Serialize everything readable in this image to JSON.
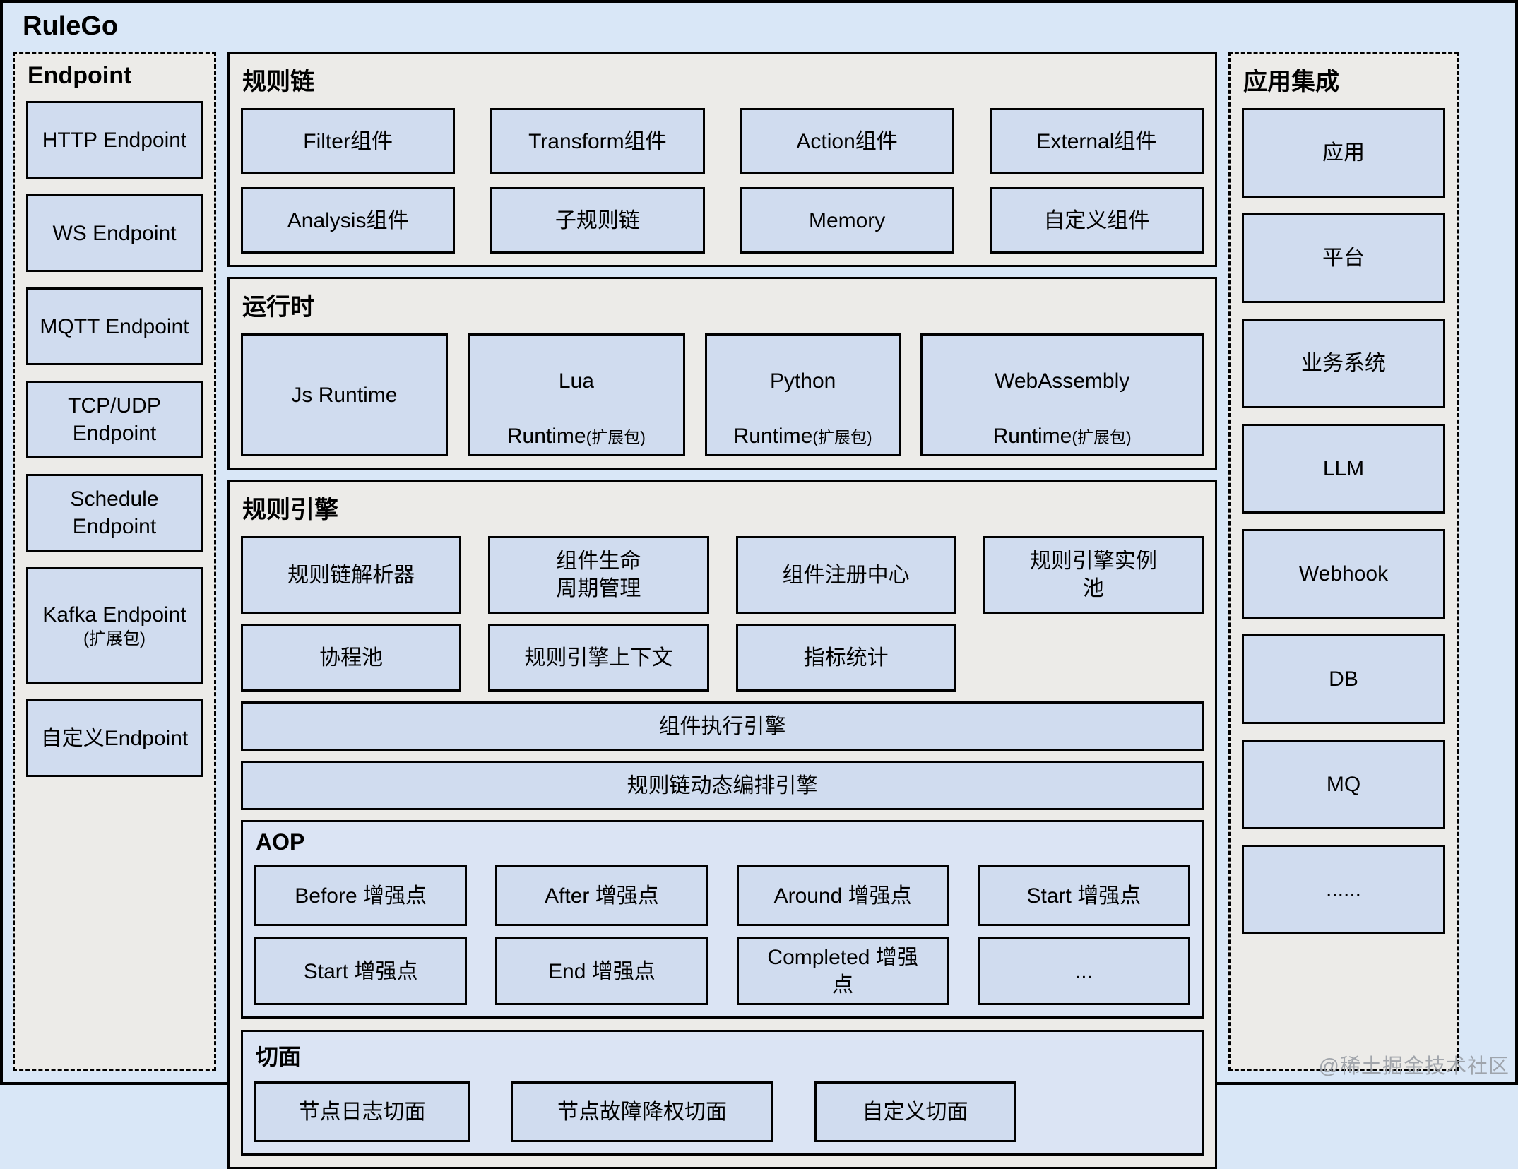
{
  "title": "RuleGo",
  "watermark": "@稀土掘金技术社区",
  "endpoint": {
    "title": "Endpoint",
    "items": [
      "HTTP Endpoint",
      "WS Endpoint",
      "MQTT Endpoint",
      "TCP/UDP\nEndpoint",
      "Schedule\nEndpoint",
      {
        "label": "Kafka Endpoint",
        "sub": "(扩展包)"
      },
      "自定义Endpoint"
    ]
  },
  "rule_chain": {
    "title": "规则链",
    "items": [
      "Filter组件",
      "Transform组件",
      "Action组件",
      "External组件",
      "Analysis组件",
      "子规则链",
      "Memory",
      "自定义组件"
    ]
  },
  "runtime": {
    "title": "运行时",
    "items": [
      {
        "label": "Js Runtime"
      },
      {
        "line1": "Lua",
        "line2": "Runtime",
        "sub": "(扩展包)"
      },
      {
        "line1": "Python",
        "line2": "Runtime",
        "sub": "(扩展包)"
      },
      {
        "line1": "WebAssembly",
        "line2": "Runtime",
        "sub": "(扩展包)"
      }
    ]
  },
  "rule_engine": {
    "title": "规则引擎",
    "row1": [
      "规则链解析器",
      "组件生命\n周期管理",
      "组件注册中心",
      "规则引擎实例\n池"
    ],
    "row2": [
      "协程池",
      "规则引擎上下文",
      "指标统计"
    ],
    "wide1": "组件执行引擎",
    "wide2": "规则链动态编排引擎",
    "aop": {
      "title": "AOP",
      "items": [
        "Before 增强点",
        "After 增强点",
        "Around 增强点",
        "Start 增强点",
        "Start 增强点",
        "End 增强点",
        "Completed 增强\n点",
        "..."
      ]
    },
    "aspect": {
      "title": "切面",
      "items": [
        "节点日志切面",
        "节点故障降权切面",
        "自定义切面"
      ]
    }
  },
  "integration": {
    "title": "应用集成",
    "items": [
      "应用",
      "平台",
      "业务系统",
      "LLM",
      "Webhook",
      "DB",
      "MQ",
      "......"
    ]
  },
  "colors": {
    "background": "#d9e7f7",
    "panel_gray": "#ecebe8",
    "panel_blue": "#dbe4f4",
    "box_fill": "#d0dcef",
    "border": "#000000"
  }
}
